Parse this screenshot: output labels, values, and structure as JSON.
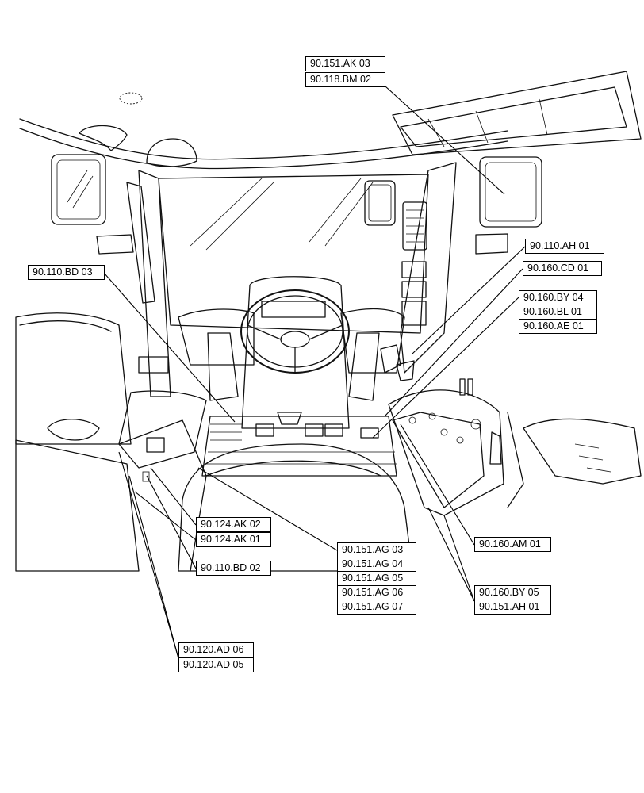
{
  "callouts": [
    {
      "id": "ak03",
      "text": "90.151.AK 03"
    },
    {
      "id": "bm02",
      "text": "90.118.BM 02"
    },
    {
      "id": "ah01a",
      "text": "90.110.AH 01"
    },
    {
      "id": "cd01",
      "text": "90.160.CD 01"
    },
    {
      "id": "by04",
      "text": "90.160.BY 04"
    },
    {
      "id": "bl01",
      "text": "90.160.BL 01"
    },
    {
      "id": "ae01",
      "text": "90.160.AE 01"
    },
    {
      "id": "bd03",
      "text": "90.110.BD 03"
    },
    {
      "id": "ak02",
      "text": "90.124.AK 02"
    },
    {
      "id": "ak01",
      "text": "90.124.AK 01"
    },
    {
      "id": "bd02",
      "text": "90.110.BD 02"
    },
    {
      "id": "ag03",
      "text": "90.151.AG 03"
    },
    {
      "id": "ag04",
      "text": "90.151.AG 04"
    },
    {
      "id": "ag05",
      "text": "90.151.AG 05"
    },
    {
      "id": "ag06",
      "text": "90.151.AG 06"
    },
    {
      "id": "ag07",
      "text": "90.151.AG 07"
    },
    {
      "id": "am01",
      "text": "90.160.AM 01"
    },
    {
      "id": "by05",
      "text": "90.160.BY 05"
    },
    {
      "id": "ah01b",
      "text": "90.151.AH 01"
    },
    {
      "id": "ad06",
      "text": "90.120.AD 06"
    },
    {
      "id": "ad05",
      "text": "90.120.AD 05"
    }
  ]
}
